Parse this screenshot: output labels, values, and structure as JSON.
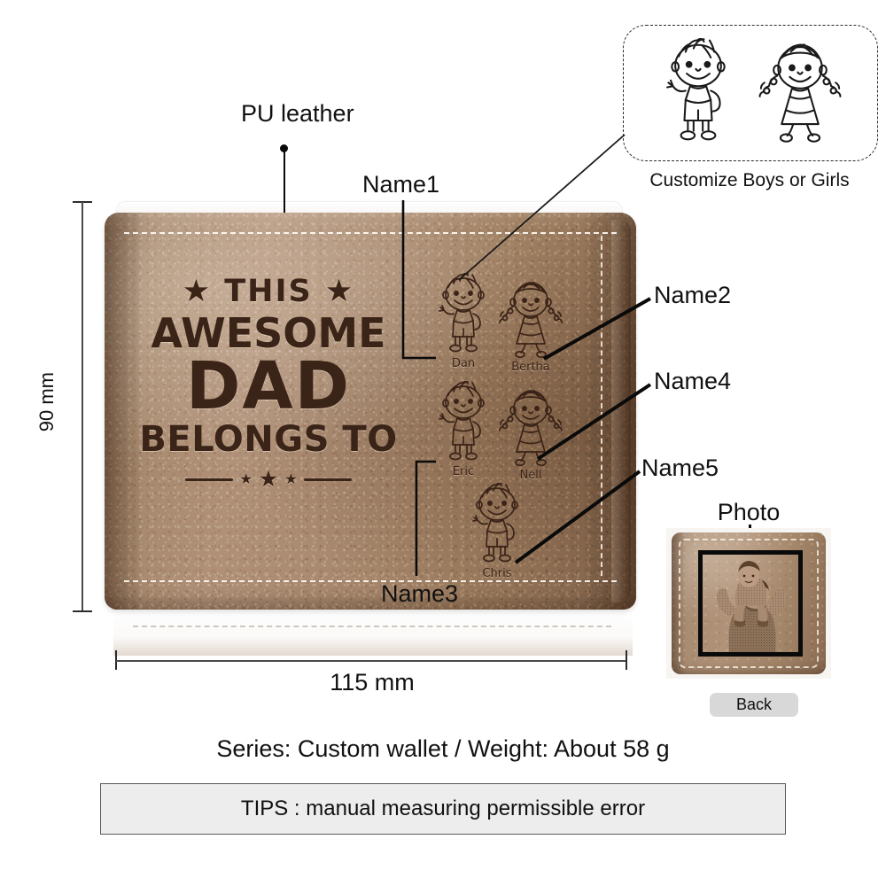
{
  "product": {
    "material_label": "PU leather",
    "series_line": "Series: Custom wallet  /  Weight: About 58 g",
    "tips": "TIPS : manual measuring permissible error"
  },
  "dimensions": {
    "height_label": "90 mm",
    "width_label": "115 mm"
  },
  "wallet_front": {
    "engraving": {
      "line1": "THIS",
      "line2": "AWESOME",
      "line3": "DAD",
      "line4": "BELONGS TO",
      "star_glyph": "★"
    },
    "figures": [
      {
        "name": "Dan",
        "type": "boy"
      },
      {
        "name": "Bertha",
        "type": "girl"
      },
      {
        "name": "Eric",
        "type": "boy"
      },
      {
        "name": "Nell",
        "type": "girl"
      },
      {
        "name": "Chris",
        "type": "boy"
      }
    ]
  },
  "callout": {
    "caption": "Customize Boys or Girls"
  },
  "annotations": {
    "name1": "Name1",
    "name2": "Name2",
    "name3": "Name3",
    "name4": "Name4",
    "name5": "Name5"
  },
  "wallet_back": {
    "photo_label": "Photo",
    "side_badge": "Back"
  },
  "colors": {
    "leather": "#a98a70",
    "engraving": "#3a2317",
    "stitching": "#fffcf6",
    "annotation_text": "#111111",
    "tips_background": "#ededed",
    "badge_background": "#d8d8d8"
  }
}
